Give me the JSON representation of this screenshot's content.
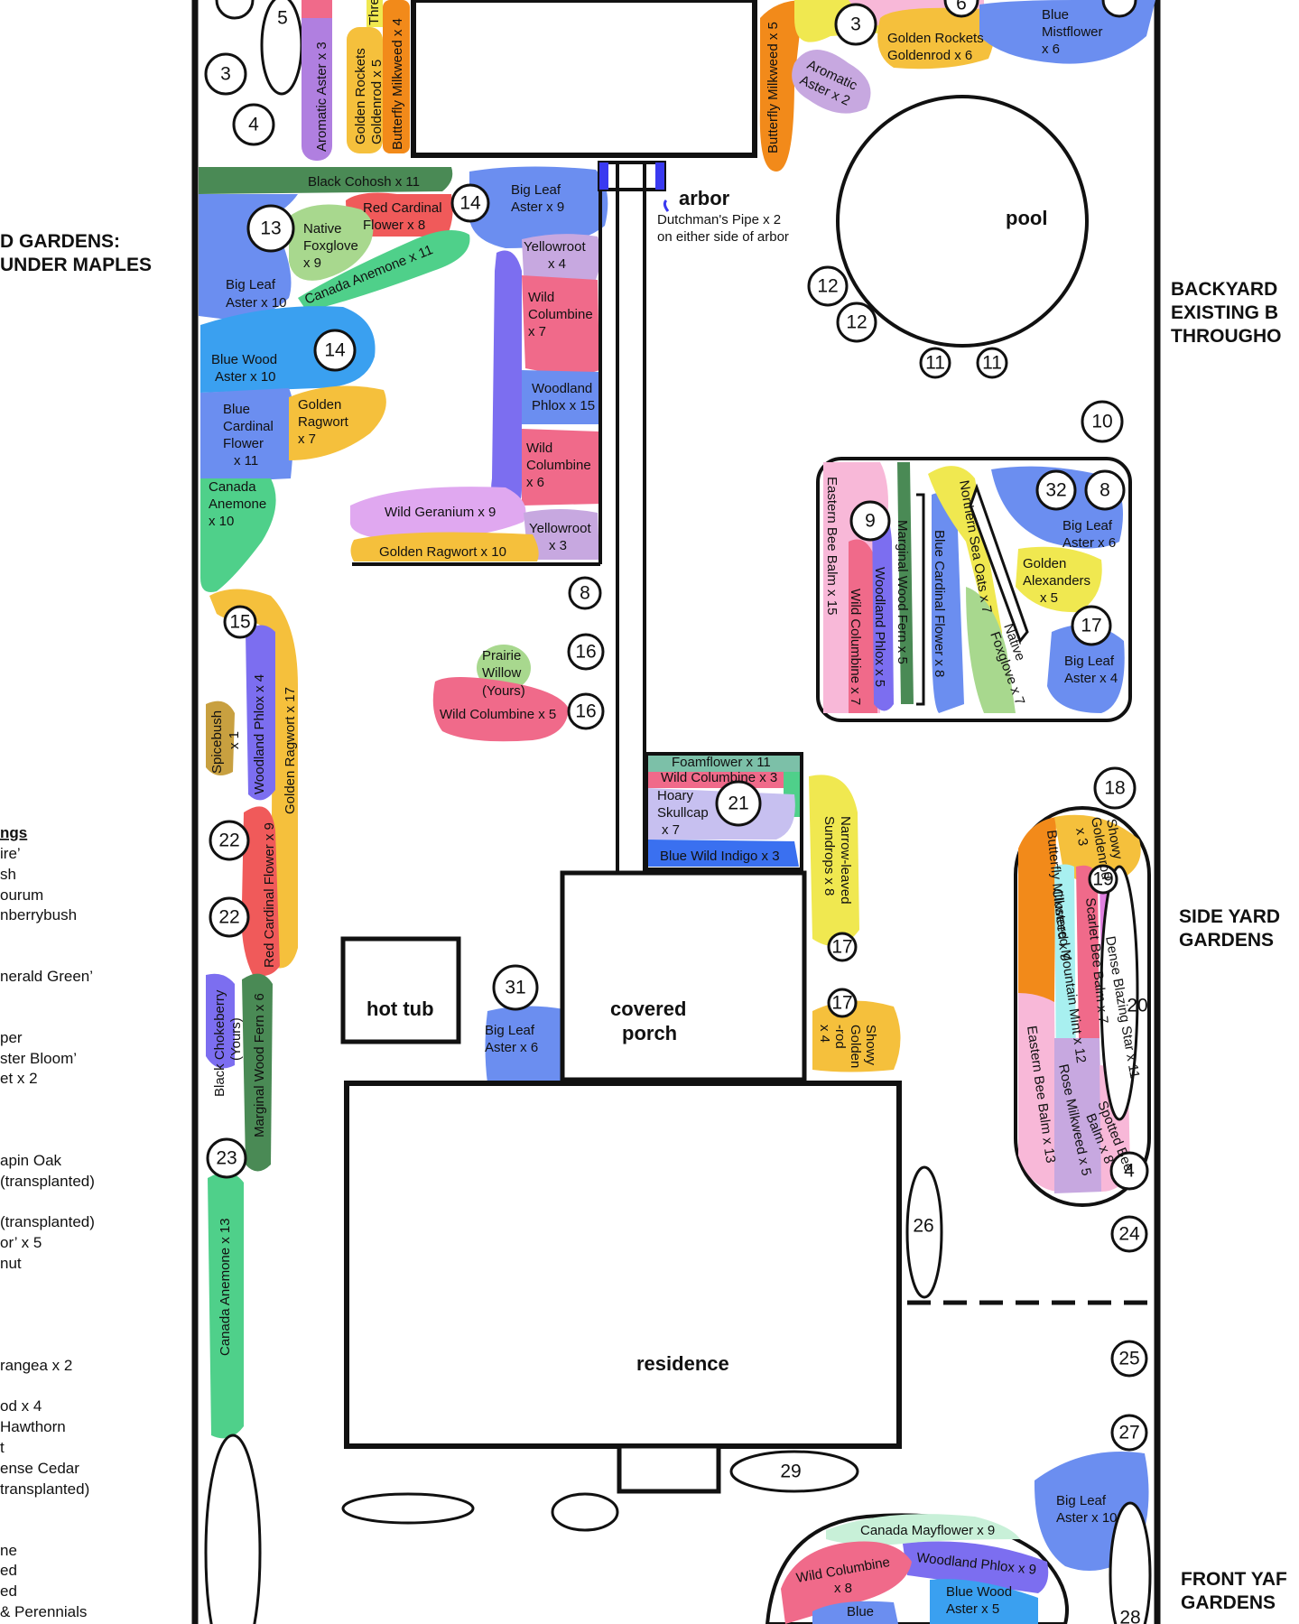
{
  "colors": {
    "purple": "#b07fe0",
    "blue": "#6b8ef0",
    "orange": "#f28a1a",
    "gold": "#f5c03c",
    "pink": "#f06a8a",
    "red": "#f05a5a",
    "green": "#4fd08a",
    "darkgreen": "#4a8a55",
    "lightgreen": "#a8d88e",
    "lightpurple": "#c7a8e0",
    "violet": "#7c6ef0",
    "yellow": "#f0e850",
    "lightpink": "#f8b8d8",
    "teal": "#7cc0a8",
    "sky": "#3aa0f0"
  },
  "structures": {
    "pool": "pool",
    "arbor": "arbor",
    "arbor_note_1": "Dutchman's Pipe x 2",
    "arbor_note_2": "on either side of arbor",
    "hot_tub": "hot tub",
    "porch_1": "covered",
    "porch_2": "porch",
    "residence": "residence",
    "prairie_willow_1": "Prairie",
    "prairie_willow_2": "Willow",
    "prairie_willow_3": "(Yours)"
  },
  "section_headings": {
    "left_1": "D GARDENS:",
    "left_2": "UNDER MAPLES",
    "backyard_1": "BACKYARD",
    "backyard_2": "EXISTING B",
    "backyard_3": "THROUGHO",
    "sideyard_1": "SIDE YARD",
    "sideyard_2": "GARDENS",
    "frontyard_1": "FRONT YAF",
    "frontyard_2": "GARDENS"
  },
  "left_legend": {
    "title": "ngs",
    "lines": [
      "ire’",
      "sh",
      "ourum",
      "nberrybush",
      "",
      "nerald Green’",
      "",
      "per",
      "ster Bloom’",
      "et x 2",
      "",
      "apin Oak",
      "(transplanted)",
      "",
      "(transplanted)",
      "or’ x 5",
      "nut",
      "",
      "rangea x 2",
      "",
      "od x 4",
      "Hawthorn",
      "t",
      "ense Cedar",
      "transplanted)",
      "",
      "ne",
      "ed",
      "ed",
      "& Perennials"
    ]
  },
  "plants": {
    "aromatic_aster_3": "Aromatic Aster x 3",
    "golden_rockets_5a": "Golden Rockets",
    "golden_rockets_5b": "Goldenrod x 5",
    "butterfly_milkweed_4": "Butterfly Milkweed x 4",
    "thre": "Thre",
    "butterfly_milkweed_5": "Butterfly Milkweed x 5",
    "aromatic_aster_2a": "Aromatic",
    "aromatic_aster_2b": "Aster x 2",
    "golden_rockets_6a": "Golden Rockets",
    "golden_rockets_6b": "Goldenrod x 6",
    "blue_mistflower_a": "Blue",
    "blue_mistflower_b": "Mistflower",
    "blue_mistflower_c": "x 6",
    "black_cohosh": "Black Cohosh x 11",
    "red_cardinal_8a": "Red Cardinal",
    "red_cardinal_8b": "Flower x 8",
    "native_foxglove_a": "Native",
    "native_foxglove_b": "Foxglove",
    "native_foxglove_c": "x 9",
    "canada_anemone_11": "Canada Anemone x 11",
    "big_leaf_aster_10a": "Big Leaf",
    "big_leaf_aster_10b": "Aster x 10",
    "blue_wood_aster_10a": "Blue Wood",
    "blue_wood_aster_10b": "Aster x 10",
    "blue_cardinal_11a": "Blue",
    "blue_cardinal_11b": "Cardinal",
    "blue_cardinal_11c": "Flower",
    "blue_cardinal_11d": "x 11",
    "golden_ragwort_7a": "Golden",
    "golden_ragwort_7b": "Ragwort",
    "golden_ragwort_7c": "x 7",
    "canada_anemone_10a": "Canada",
    "canada_anemone_10b": "Anemone",
    "canada_anemone_10c": "x 10",
    "big_leaf_aster_9a": "Big Leaf",
    "big_leaf_aster_9b": "Aster x 9",
    "yellowroot_4a": "Yellowroot",
    "yellowroot_4b": "x 4",
    "wild_columbine_7a": "Wild",
    "wild_columbine_7b": "Columbine",
    "wild_columbine_7c": "x 7",
    "woodland_phlox_15a": "Woodland",
    "woodland_phlox_15b": "Phlox x 15",
    "wild_columbine_6a": "Wild",
    "wild_columbine_6b": "Columbine",
    "wild_columbine_6c": "x 6",
    "wild_geranium": "Wild Geranium x 9",
    "yellowroot_3a": "Yellowroot",
    "yellowroot_3b": "x 3",
    "golden_ragwort_10": "Golden Ragwort x 10",
    "wild_columbine_5": "Wild Columbine x 5",
    "woodland_phlox_4": "Woodland Phlox x 4",
    "golden_ragwort_17": "Golden Ragwort x 17",
    "spicebush_a": "Spicebush",
    "spicebush_b": "x 1",
    "red_cardinal_9": "Red Cardinal Flower x 9",
    "black_chokeberry_a": "Black Chokeberry",
    "black_chokeberry_b": "(Yours)",
    "marginal_fern_6": "Marginal Wood Fern x 6",
    "canada_anemone_13": "Canada Anemone x 13",
    "foamflower": "Foamflower x 11",
    "wild_columbine_3": "Wild Columbine x 3",
    "hoary_a": "Hoary",
    "hoary_b": "Skullcap",
    "hoary_c": "x 7",
    "blue_wild_indigo": "Blue Wild Indigo x 3",
    "sundrops_a": "Narrow-leaved",
    "sundrops_b": "Sundrops x 8",
    "big_leaf_aster_6a": "Big Leaf",
    "big_leaf_aster_6b": "Aster x 6",
    "showy_goldenrod_4a": "Showy",
    "showy_goldenrod_4b": "Golden",
    "showy_goldenrod_4c": "-rod",
    "showy_goldenrod_4d": "x 4",
    "eastern_bee_balm_15": "Eastern Bee Balm x 15",
    "wild_columbine_7v": "Wild Columbine x 7",
    "woodland_phlox_5": "Woodland Phlox x 5",
    "marginal_fern_5": "Marginal Wood Fern x 5",
    "blue_cardinal_8": "Blue Cardinal Flower x 8",
    "sea_oats": "Northern Sea Oats x 7",
    "native_foxglove_7a": "Native",
    "native_foxglove_7b": "Foxglove x 7",
    "big_leaf_aster_6ra": "Big Leaf",
    "big_leaf_aster_6rb": "Aster x 6",
    "golden_alex_a": "Golden",
    "golden_alex_b": "Alexanders",
    "golden_alex_c": "x 5",
    "big_leaf_aster_4a": "Big Leaf",
    "big_leaf_aster_4b": "Aster x 4",
    "showy_goldenrod_3a": "Showy",
    "showy_goldenrod_3b": "Goldenrod",
    "showy_goldenrod_3c": "x 3",
    "butterfly_milkweed_9": "Butterfly Milkweed x 9",
    "scarlet_bee_balm": "Scarlet Bee Balm x 7",
    "dense_blazing_star": "Dense Blazing Star x 11",
    "clustered_mint": "Clustered Mountain Mint x 12",
    "spotted_bee_balm_a": "Spotted Bee",
    "spotted_bee_balm_b": "Balm x 8",
    "rose_milkweed": "Rose Milkweed x 5",
    "eastern_bee_balm_13": "Eastern Bee Balm x 13",
    "big_leaf_aster_10fa": "Big Leaf",
    "big_leaf_aster_10fb": "Aster x 10",
    "canada_mayflower": "Canada Mayflower x 9",
    "woodland_phlox_9": "Woodland Phlox x 9",
    "wild_columbine_8a": "Wild Columbine",
    "wild_columbine_8b": "x 8",
    "blue_wood_aster_5a": "Blue Wood",
    "blue_wood_aster_5b": "Aster x 5",
    "blue_cardinal_partial": "Blue"
  },
  "numbers": {
    "n5": "5",
    "n3a": "3",
    "n4a": "4",
    "n3b": "3",
    "n13": "13",
    "n14a": "14",
    "n14b": "14",
    "n12a": "12",
    "n12b": "12",
    "n11a": "11",
    "n11b": "11",
    "n10": "10",
    "n32": "32",
    "n8a": "8",
    "n9": "9",
    "n17a": "17",
    "n8b": "8",
    "n16a": "16",
    "n16b": "16",
    "n15": "15",
    "n22a": "22",
    "n22b": "22",
    "n23": "23",
    "n31": "31",
    "n21": "21",
    "n17b": "17",
    "n17c": "17",
    "n18": "18",
    "n19": "19",
    "n20": "20",
    "n4b": "4",
    "n24": "24",
    "n26": "26",
    "n25": "25",
    "n27": "27",
    "n29": "29",
    "n28": "28",
    "n6": "6"
  }
}
